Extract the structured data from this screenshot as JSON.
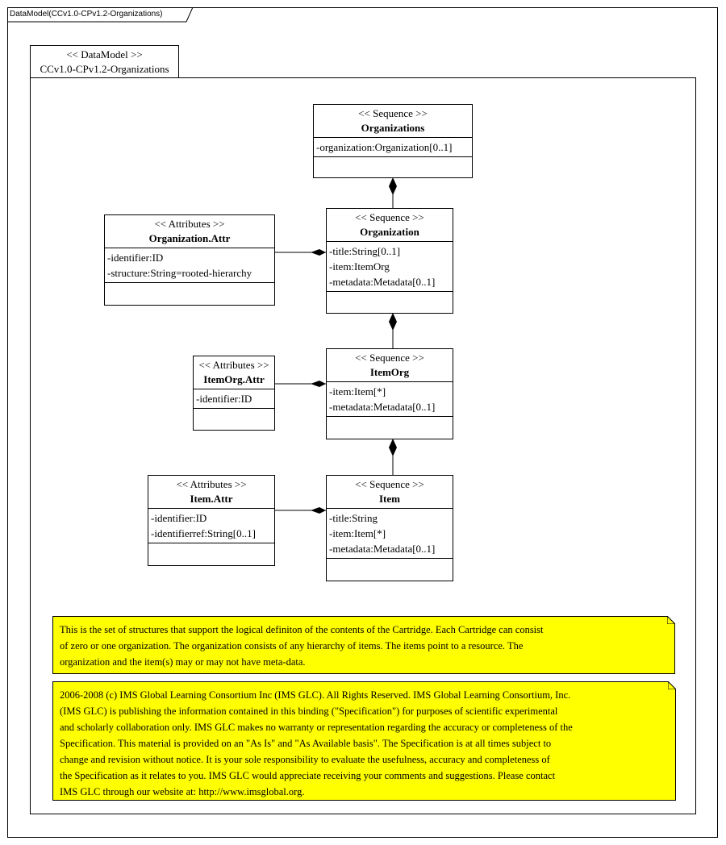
{
  "frame": {
    "title": "DataModel(CCv1.0-CPv1.2-Organizations)"
  },
  "package": {
    "stereotype": "<< DataModel >>",
    "name": "CCv1.0-CPv1.2-Organizations"
  },
  "classes": {
    "organizations": {
      "stereotype": "<< Sequence >>",
      "name": "Organizations",
      "attrs": [
        "-organization:Organization[0..1]"
      ]
    },
    "organization": {
      "stereotype": "<< Sequence >>",
      "name": "Organization",
      "attrs": [
        "-title:String[0..1]",
        "-item:ItemOrg",
        "-metadata:Metadata[0..1]"
      ]
    },
    "organization_attr": {
      "stereotype": "<< Attributes >>",
      "name": "Organization.Attr",
      "attrs": [
        "-identifier:ID",
        "-structure:String=rooted-hierarchy"
      ]
    },
    "itemorg": {
      "stereotype": "<< Sequence >>",
      "name": "ItemOrg",
      "attrs": [
        "-item:Item[*]",
        "-metadata:Metadata[0..1]"
      ]
    },
    "itemorg_attr": {
      "stereotype": "<< Attributes >>",
      "name": "ItemOrg.Attr",
      "attrs": [
        "-identifier:ID"
      ]
    },
    "item": {
      "stereotype": "<< Sequence >>",
      "name": "Item",
      "attrs": [
        "-title:String",
        "-item:Item[*]",
        "-metadata:Metadata[0..1]"
      ]
    },
    "item_attr": {
      "stereotype": "<< Attributes >>",
      "name": "Item.Attr",
      "attrs": [
        "-identifier:ID",
        "-identifierref:String[0..1]"
      ]
    }
  },
  "notes": {
    "description": [
      "This is the set of structures that support the logical definiton of the contents of the Cartridge.  Each Cartridge can consist",
      "of zero or one organization.  The organization consists of any hierarchy of items.  The items point to a resource.  The",
      "organization and the item(s) may or may not have meta-data."
    ],
    "copyright": [
      "2006-2008 (c) IMS Global Learning Consortium Inc (IMS GLC).  All Rights Reserved.  IMS Global Learning Consortium, Inc.",
      "(IMS GLC) is publishing the information contained in this binding (\"Specification\") for purposes of scientific experimental",
      "and scholarly collaboration only.  IMS GLC makes no warranty or representation regarding the accuracy or completeness of the",
      "Specification.  This material is provided on an \"As Is\" and \"As Available basis\".  The Specification is at all times subject to",
      "change and revision without notice. It is your sole responsibility to evaluate the usefulness, accuracy and completeness of",
      "the Specification as it relates to you.  IMS GLC would appreciate receiving your comments and suggestions.  Please contact",
      "IMS GLC through our website at: http://www.imsglobal.org."
    ]
  },
  "colors": {
    "note_fill": "#ffff00",
    "line": "#000000"
  }
}
